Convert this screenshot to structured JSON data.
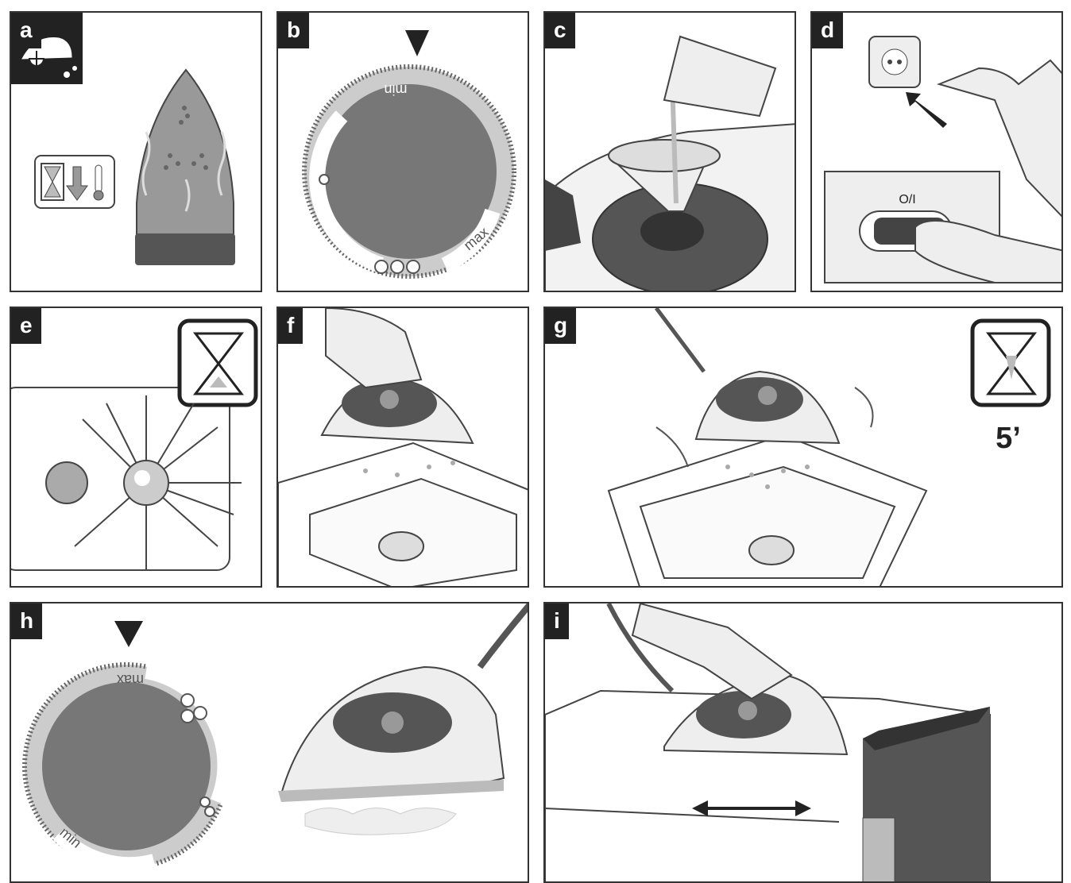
{
  "panels": {
    "a": {
      "label": "a"
    },
    "b": {
      "label": "b",
      "dial_min": "min",
      "dial_max": "max"
    },
    "c": {
      "label": "c"
    },
    "d": {
      "label": "d",
      "switch_label": "O/I"
    },
    "e": {
      "label": "e"
    },
    "f": {
      "label": "f"
    },
    "g": {
      "label": "g",
      "time": "5’"
    },
    "h": {
      "label": "h",
      "dial_min": "min",
      "dial_max": "max"
    },
    "i": {
      "label": "i"
    }
  },
  "colors": {
    "dark": "#555555",
    "mid": "#777777",
    "light": "#c8c8c8",
    "border": "#333333"
  }
}
